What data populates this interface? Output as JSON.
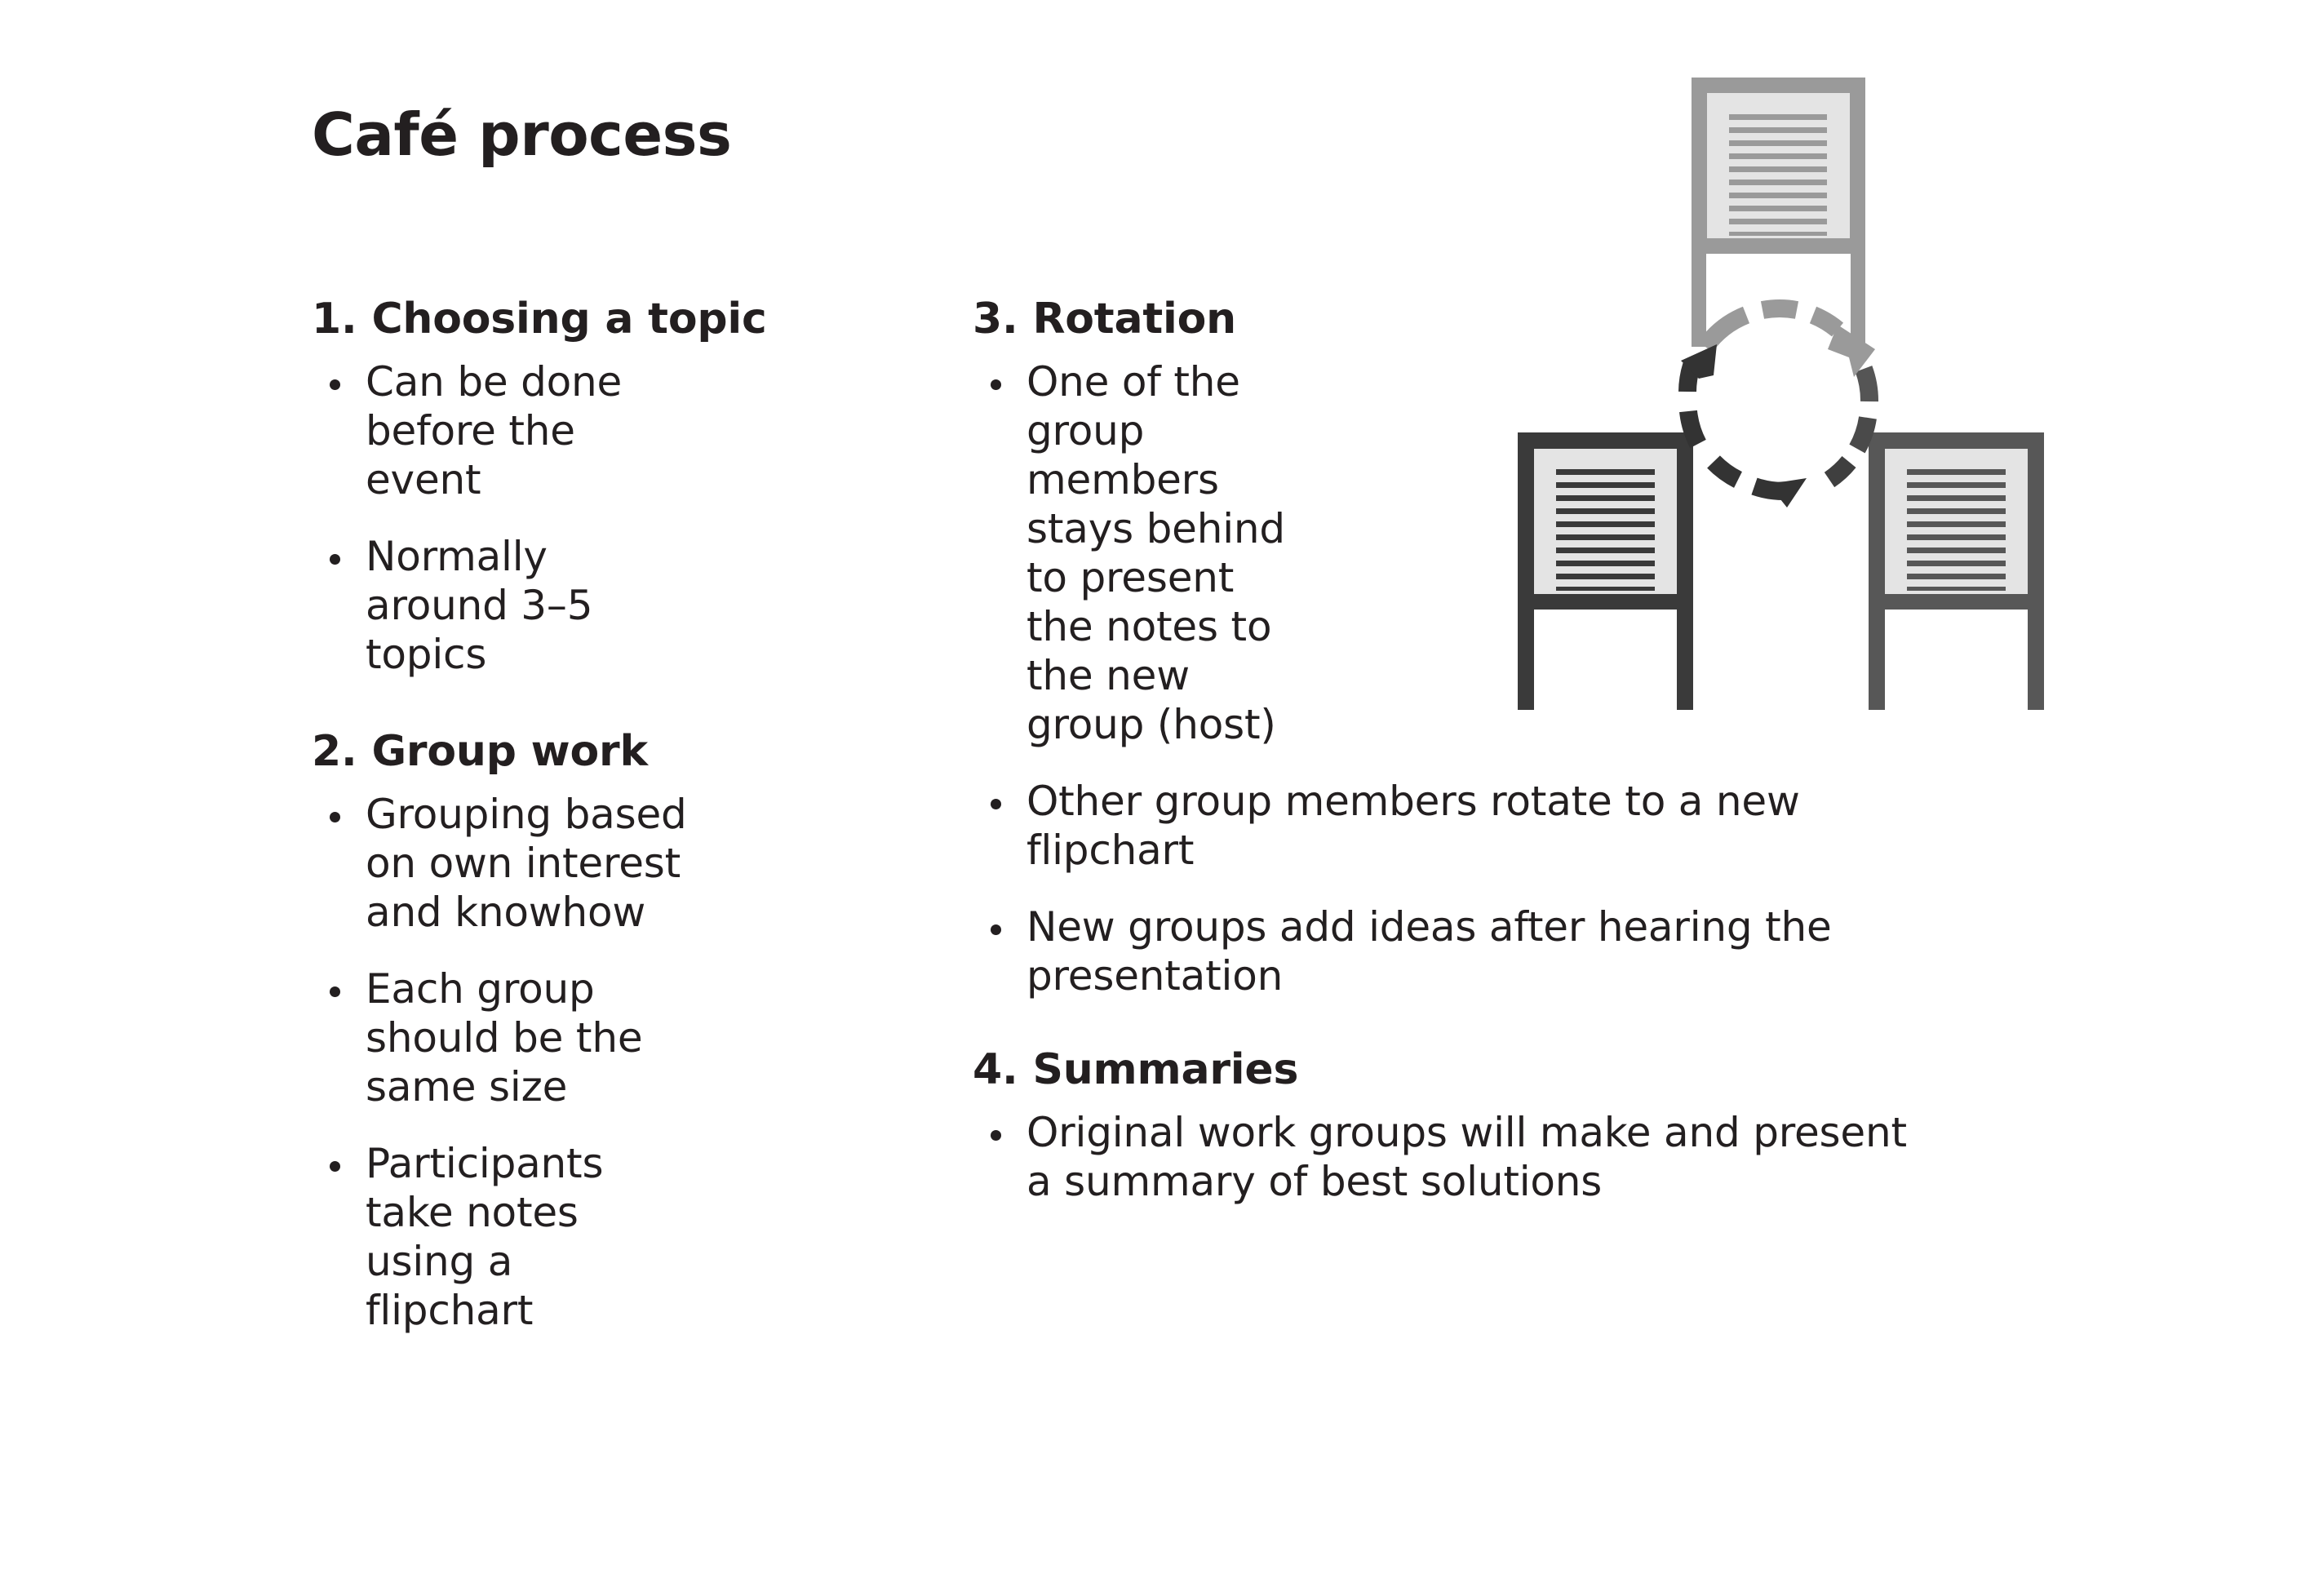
{
  "page": {
    "title": "Café process",
    "background_color": "#ffffff",
    "text_color": "#231f20"
  },
  "columns": {
    "left": {
      "sections": [
        {
          "number": "1.",
          "heading": "1. Choosing a topic",
          "bullets": [
            "Can be done before the event",
            "Normally around 3–5 topics"
          ]
        },
        {
          "number": "2.",
          "heading": "2. Group work",
          "bullets": [
            "Grouping based on own interest and knowhow",
            "Each group should be the same size",
            "Participants take notes using a flipchart"
          ]
        }
      ]
    },
    "right": {
      "sections": [
        {
          "number": "3.",
          "heading": "3. Rotation",
          "bullets": [
            "One of the group members stays behind to present the notes to the new group (host)",
            "Other group members rotate to a new flipchart",
            "New groups add ideas after hearing the presentation"
          ]
        },
        {
          "number": "4.",
          "heading": "4. Summaries",
          "bullets": [
            "Original work groups will make and present a summary of best solutions"
          ]
        }
      ]
    }
  },
  "illustration": {
    "name": "three-flipcharts-rotation-diagram",
    "description": "Three flipchart easels arranged in a triangle with a dashed circular rotation arrow in the centre",
    "flipcharts": [
      {
        "id": "top",
        "frame_color": "#9a9a9a",
        "page_color": "#e4e4e4",
        "line_color": "#9a9a9a",
        "line_count": 10
      },
      {
        "id": "bottom-left",
        "frame_color": "#3a3a3a",
        "page_color": "#e4e4e4",
        "line_color": "#3a3a3a",
        "line_count": 10
      },
      {
        "id": "bottom-right",
        "frame_color": "#575757",
        "page_color": "#e4e4e4",
        "line_color": "#575757",
        "line_count": 10
      }
    ],
    "rotation_arrow": {
      "name": "rotation-arrow-icon",
      "style": "dashed-circle",
      "arrowhead_count": 3,
      "light_color": "#9a9a9a",
      "dark_color": "#333333"
    }
  }
}
